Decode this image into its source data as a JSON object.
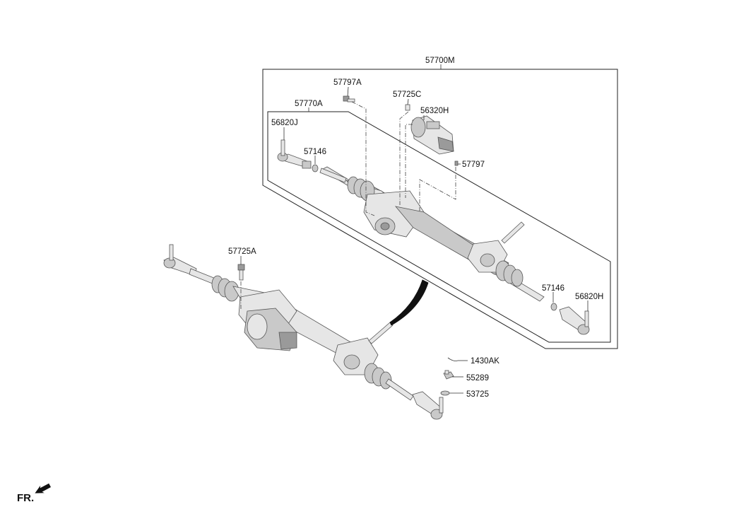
{
  "labels": {
    "assembly": "57700M",
    "gear_box": "57770A",
    "bolt_top": "57797A",
    "pin_top": "57725C",
    "motor": "56320H",
    "tie_rod_end_left": "56820J",
    "nut_left": "57146",
    "bolt_small": "57797",
    "nut_right": "57146",
    "tie_rod_end_right": "56820H",
    "bolt_bottom": "57725A",
    "clip": "1430AK",
    "nut_flange": "55289",
    "washer": "53725"
  },
  "orientation": {
    "text": "FR."
  }
}
